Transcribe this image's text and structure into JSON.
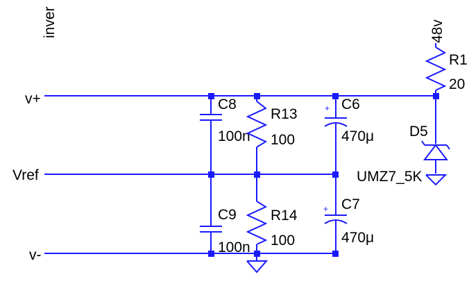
{
  "colors": {
    "wire": "#1a1aff",
    "junction": "#1a1aff",
    "text": "#000000",
    "background": "#ffffff"
  },
  "labels": {
    "top_partial": "inver",
    "vplus": "v+",
    "vref": "Vref",
    "vminus": "v-",
    "supply": "48v"
  },
  "components": {
    "c8": {
      "name": "C8",
      "value": "100n"
    },
    "c9": {
      "name": "C9",
      "value": "100n"
    },
    "r13": {
      "name": "R13",
      "value": "100"
    },
    "r14": {
      "name": "R14",
      "value": "100"
    },
    "c6": {
      "name": "C6",
      "value": "470μ"
    },
    "c7": {
      "name": "C7",
      "value": "470μ"
    },
    "r1": {
      "name": "R1",
      "value": "20"
    },
    "d5": {
      "name": "D5",
      "value": "UMZ7_5K"
    }
  },
  "icons": {
    "ground": "ground-icon",
    "junction": "junction-dot-icon"
  }
}
